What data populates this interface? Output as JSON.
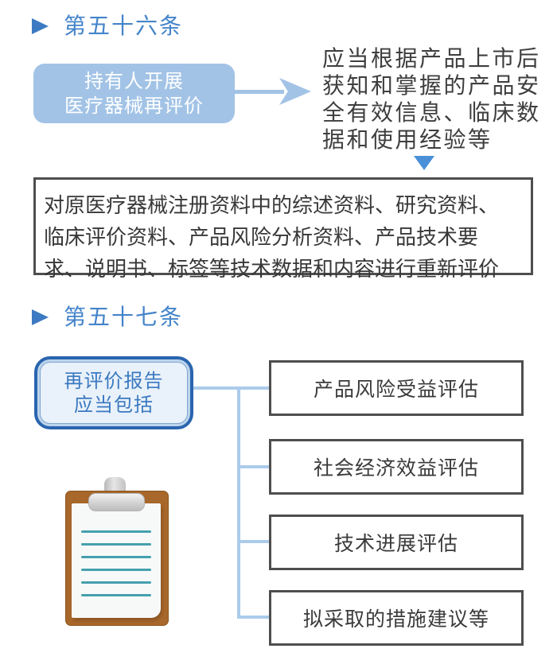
{
  "section56": {
    "heading": "第五十六条",
    "actor_box": {
      "lines": [
        "持有人开展",
        "医疗器械再评价"
      ]
    },
    "note_lines": [
      "应当根据产品上市后",
      "获知和掌握的产品安",
      "全有效信息、临床数",
      "据和使用经验等"
    ],
    "result_lines": [
      "对原医疗器械注册资料中的综述资料、研究资料、",
      "临床评价资料、产品风险分析资料、产品技术要",
      "求、说明书、标签等技术数据和内容进行重新评价"
    ]
  },
  "section57": {
    "heading": "第五十七条",
    "subject_box": {
      "lines": [
        "再评价报告",
        "应当包括"
      ]
    },
    "items": [
      "产品风险受益评估",
      "社会经济效益评估",
      "技术进展评估",
      "拟采取的措施建议等"
    ]
  },
  "icons": {
    "bullet": "triangle-right-icon",
    "flow_arrow": "arrow-right-icon",
    "down_arrow": "triangle-down-icon",
    "clipboard": "clipboard-icon"
  },
  "colors": {
    "heading_blue": "#4484ca",
    "box_fill_blue": "#a2c3e6",
    "connector_blue": "#abcbeb",
    "down_arrow_blue": "#4a90d8",
    "rounded_border_blue": "#2a65ae",
    "rounded_fill": "#e9f1fa",
    "rounded_text_blue": "#3a79c0",
    "dark_border": "#4e4e4e",
    "body_text": "#3e3e3e",
    "clipboard_brown": "#a8672b",
    "paper_line_teal": "#45a0ae"
  }
}
